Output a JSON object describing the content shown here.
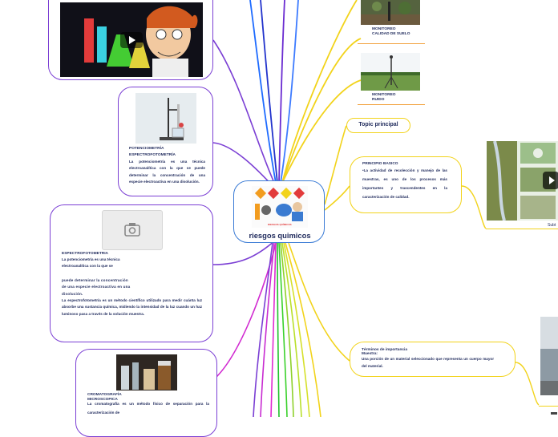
{
  "central": {
    "title": "riesgos quimicos",
    "image_caption": "RIESGOS QUÍMICOS"
  },
  "topic_principal": {
    "label": "Topic principal"
  },
  "monitoring": [
    {
      "label": "MONITOREO CALIDAD DE SUELO"
    },
    {
      "label": "MONITOREO RUIDO"
    }
  ],
  "principio": {
    "title": "PRINCIPIO BASICO",
    "text": "•La actividad de recolección y manejo de las muestras, es uno de los procesos más importantes y trascendentes en la caracterización de calidad."
  },
  "terminos": {
    "title": "Términos de importancia",
    "subtitle": "Muestra:",
    "text": "Una porción de un material seleccionado que representa un cuerpo mayor del material."
  },
  "potenciometria": {
    "title_1": "POTENCIOMETRÍA",
    "title_2": "ESPECTROFOTOMETRÍA",
    "text": "La potenciometría es una técnica electroanalítica con la que se puede determinar la concentración de una especie electroactiva en una disolución."
  },
  "espectro": {
    "title": "ESPECTROFOTOMETRIA",
    "text_1": "La potenciometría es una técnica electroanalítica con la que se",
    "text_2": "puede determinar la concentración de una especie electroactiva en una disolución.",
    "text_3": "La espectrofotometría es un método científico utilizado para medir cuánta luz absorbe una sustancia química, midiendo la intensidad de la luz cuando un haz luminoso pasa a través de la solución muestra."
  },
  "cromatografia": {
    "title_1": "CROMATOGRAFÍA",
    "title_2": "MICROSCOPICA",
    "text": "La cromatografía es un método físico de separación para la caracterización de"
  },
  "side_label": "Subt",
  "colors": {
    "purple": "#7b3fd4",
    "yellow": "#f2d31b",
    "blue": "#3a7bd5",
    "text": "#1f2a5c"
  },
  "icons": [
    "play-icon",
    "camera-placeholder-icon"
  ]
}
